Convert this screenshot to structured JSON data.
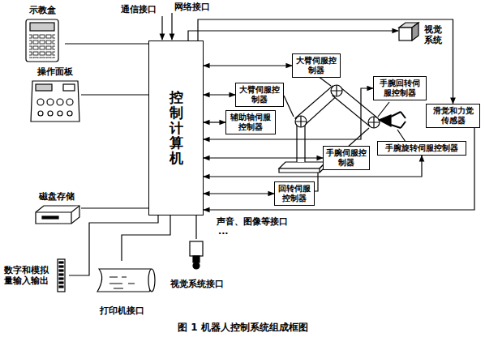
{
  "diagram": {
    "caption": "图 1 机器人控制系统组成框图",
    "nodes": [
      {
        "text": [
          "控制计算机"
        ]
      },
      {
        "text": [
          "示教盒"
        ]
      },
      {
        "text": [
          "操作面板"
        ]
      },
      {
        "text": [
          "磁盘存储"
        ]
      },
      {
        "text": [
          "数字和模拟量输入输出"
        ]
      },
      {
        "text": [
          "打印机接口"
        ]
      },
      {
        "text": [
          "视觉系统接口"
        ]
      },
      {
        "text": [
          "大臂伺服控制器"
        ]
      },
      {
        "text": [
          "视觉系统"
        ]
      },
      {
        "text": [
          "手腕回转伺服控制器"
        ]
      },
      {
        "text": [
          "大臂伺服控制器"
        ]
      },
      {
        "text": [
          "辅助轴伺服控制器"
        ]
      },
      {
        "text": [
          "滑觉和力觉传感器"
        ]
      },
      {
        "text": [
          "手腕伺服控制器"
        ]
      },
      {
        "text": [
          "手腕旋转伺服控制器"
        ]
      },
      {
        "text": [
          "回转伺服控制器"
        ]
      }
    ],
    "edges": [
      {
        "from": 1,
        "to": 0,
        "arrow": "none"
      },
      {
        "from": 2,
        "to": 0,
        "arrow": "none"
      },
      {
        "from": 3,
        "to": 0,
        "arrow": "none"
      },
      {
        "from": 4,
        "to": 0,
        "arrow": "none"
      },
      {
        "from": 5,
        "to": 0,
        "arrow": "none"
      },
      {
        "from": 6,
        "to": 0,
        "arrow": "none"
      },
      {
        "from": 0,
        "to": 7,
        "arrow": "both"
      },
      {
        "from": 0,
        "to": 8,
        "arrow": "to"
      },
      {
        "from": 0,
        "to": 12,
        "arrow": "to"
      },
      {
        "from": 0,
        "to": 10,
        "arrow": "both"
      },
      {
        "from": 0,
        "to": 11,
        "arrow": "both"
      },
      {
        "from": 0,
        "to": 9,
        "arrow": "both"
      },
      {
        "from": 0,
        "to": 13,
        "arrow": "both"
      },
      {
        "from": 0,
        "to": 14,
        "arrow": "both"
      },
      {
        "from": 0,
        "to": 15,
        "arrow": "both"
      },
      {
        "from": 12,
        "to": 0,
        "arrow": "to"
      }
    ],
    "labels": [
      "通信接口",
      "网络接口",
      "声音、图像等接口",
      "···"
    ]
  }
}
